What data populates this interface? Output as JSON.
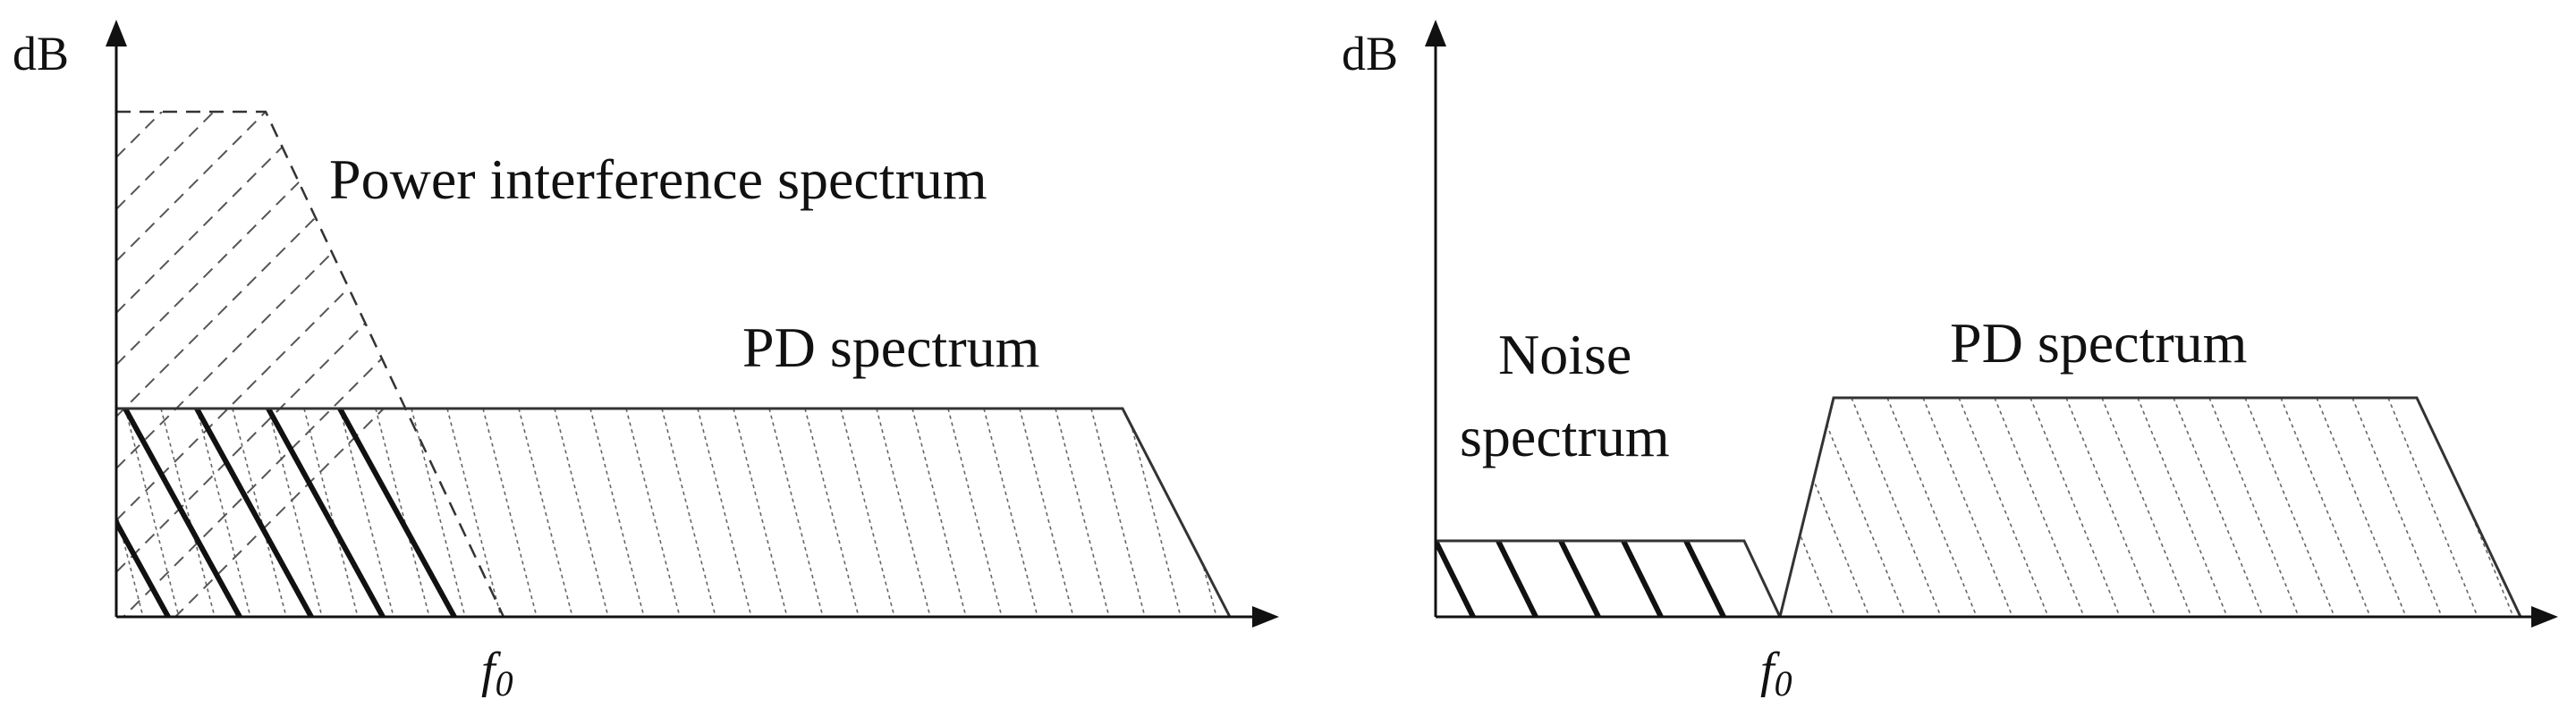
{
  "left_panel": {
    "y_axis_label": "dB",
    "x_tick_label": "f",
    "x_tick_sub": "0",
    "power_label": "Power interference spectrum",
    "pd_label": "PD spectrum"
  },
  "right_panel": {
    "y_axis_label": "dB",
    "x_tick_label": "f",
    "x_tick_sub": "0",
    "noise_label_line1": "Noise",
    "noise_label_line2": "spectrum",
    "pd_label": "PD spectrum"
  }
}
